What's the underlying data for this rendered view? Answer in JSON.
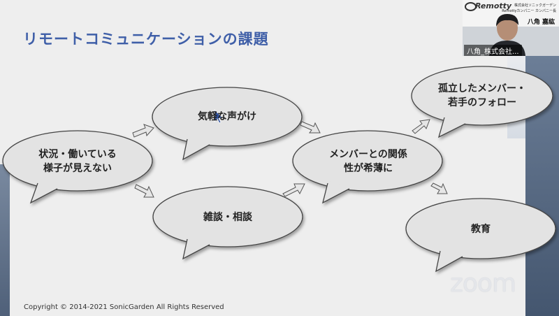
{
  "slide": {
    "title": "リモートコミュニケーションの課題",
    "copyright": "Copyright © 2014-2021 SonicGarden All Rights Reserved"
  },
  "diagram": {
    "bubbles": {
      "situation": {
        "line1": "状況・働いている",
        "line2": "様子が見えない"
      },
      "casual": {
        "line1": "気軽な声がけ"
      },
      "chat": {
        "line1": "雑談・相談"
      },
      "relation": {
        "line1": "メンバーとの関係",
        "line2": "性が希薄に"
      },
      "isolated": {
        "line1": "孤立したメンバー・",
        "line2": "若手のフォロー"
      },
      "education": {
        "line1": "教育"
      }
    }
  },
  "zoom": {
    "watermark": "zoom",
    "participant": {
      "label": "八角_株式会社...",
      "brand": "Remotty",
      "company": "株式会社ソニックガーデン",
      "dept": "Remottyカンパニー カンパニー長",
      "name": "八角 嘉紘"
    }
  },
  "colors": {
    "title": "#3f5fa8",
    "bubble_fill": "#e3e3e3",
    "arrow": "#e0e0e0"
  },
  "icons": {
    "cursor": "mouse-cursor-icon",
    "arrow": "right-arrow-icon",
    "logo": "remotty-logo-icon"
  }
}
